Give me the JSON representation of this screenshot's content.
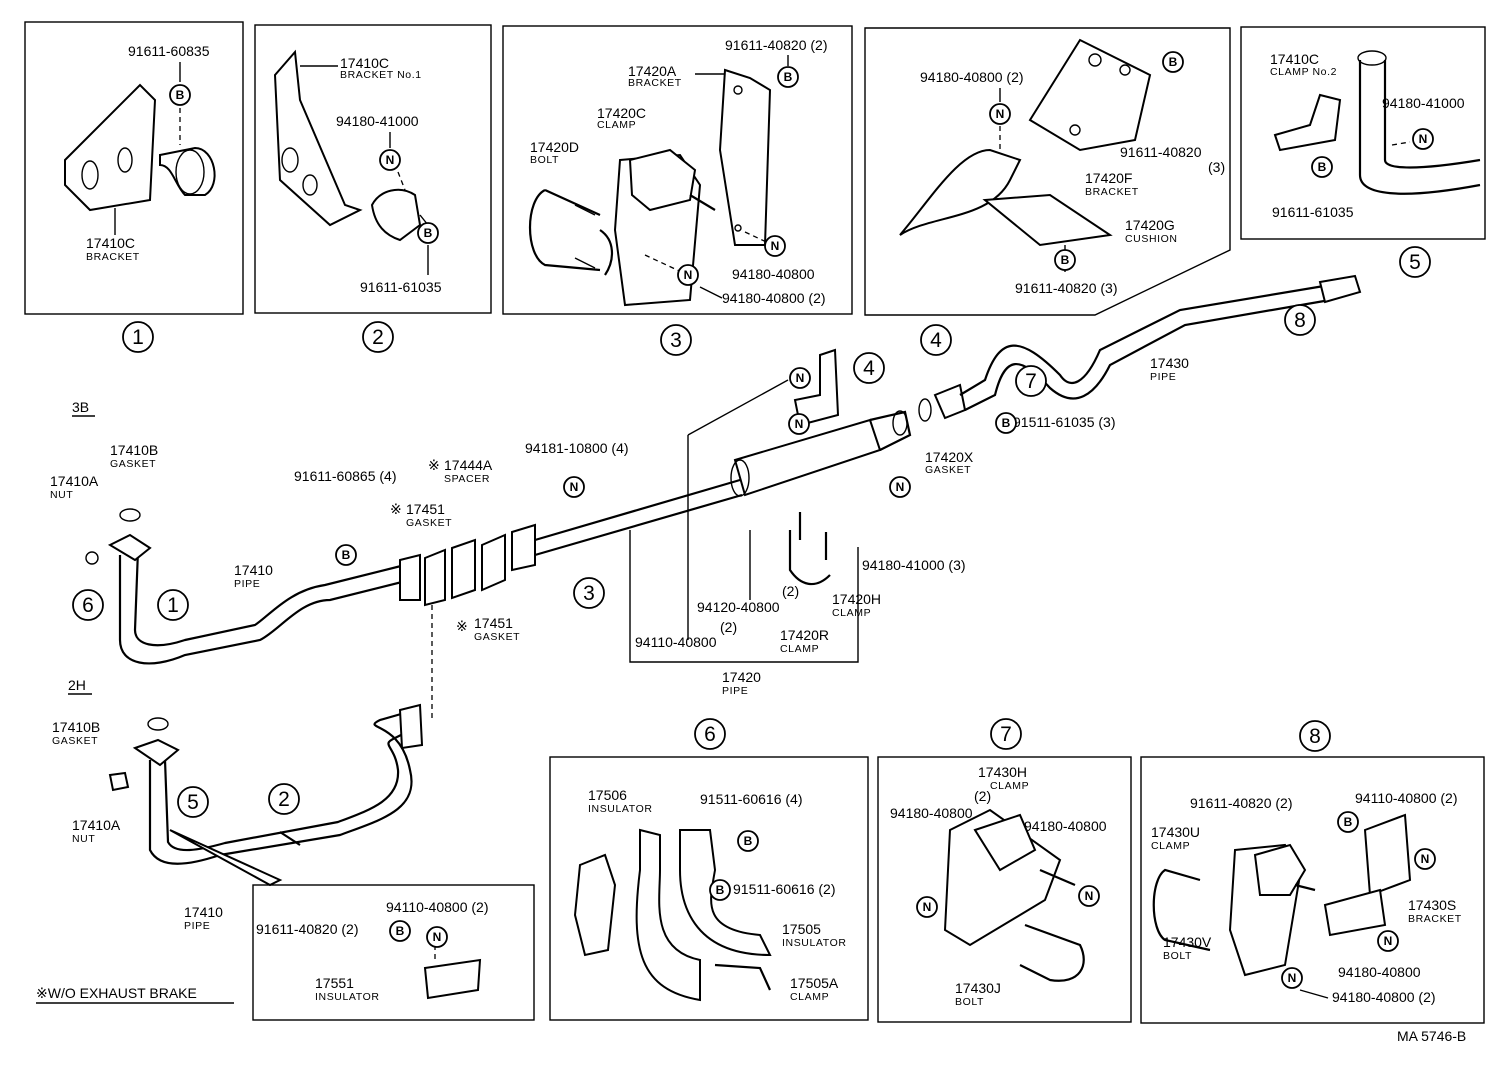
{
  "labels": {
    "p_91611_60835": "91611-60835",
    "p_17410C_a": "17410C",
    "s_bracket_a": "BRACKET",
    "p_17410C_b": "17410C",
    "s_bracket_no1": "BRACKET No.1",
    "p_94180_41000_b": "94180-41000",
    "p_91611_61035_b": "91611-61035",
    "p_91611_40820_2": "91611-40820 (2)",
    "p_17420A": "17420A",
    "s_bracket_c": "BRACKET",
    "p_17420C": "17420C",
    "s_clamp_c": "CLAMP",
    "p_17420D": "17420D",
    "s_bolt_d": "BOLT",
    "p_94180_40800_c": "94180-40800",
    "p_94180_40800_2c": "94180-40800 (2)",
    "p_94180_40800_2d": "94180-40800 (2)",
    "p_91611_40820_3a": "91611-40820",
    "s_3a": "(3)",
    "p_17420F": "17420F",
    "s_bracket_f": "BRACKET",
    "p_17420G": "17420G",
    "s_cushion": "CUSHION",
    "p_91611_40820_3b": "91611-40820 (3)",
    "p_17410C_e": "17410C",
    "s_clamp_no2": "CLAMP No.2",
    "p_94180_41000_e": "94180-41000",
    "p_91611_61035_e": "91611-61035",
    "p_17430": "17430",
    "s_pipe_17430": "PIPE",
    "p_91511_61035_3": "91511-61035 (3)",
    "p_17420X": "17420X",
    "s_gasket_x": "GASKET",
    "p_94180_41000_3": "94180-41000 (3)",
    "p_17420H": "17420H",
    "s_clamp_h": "CLAMP",
    "p_17420R": "17420R",
    "s_clamp_r": "CLAMP",
    "p_94120_40800": "94120-40800",
    "s_2_a": "(2)",
    "s_2_b": "(2)",
    "p_94110_40800": "94110-40800",
    "p_17420": "17420",
    "s_pipe_17420": "PIPE",
    "p_94181_10800": "94181-10800 (4)",
    "p_17444A": "17444A",
    "s_spacer": "SPACER",
    "p_91611_60865": "91611-60865 (4)",
    "p_17451_a": "17451",
    "s_gasket_451a": "GASKET",
    "p_17451_b": "17451",
    "s_gasket_451b": "GASKET",
    "p_17410B_a": "17410B",
    "s_gasket_b": "GASKET",
    "p_17410A_a": "17410A",
    "s_nut_a": "NUT",
    "p_17410_a": "17410",
    "s_pipe_a": "PIPE",
    "p_17410B_b": "17410B",
    "s_gasket_b2": "GASKET",
    "p_17410A_b": "17410A",
    "s_nut_b": "NUT",
    "p_17410_b": "17410",
    "s_pipe_b": "PIPE",
    "p_94110_40800_2": "94110-40800 (2)",
    "p_91611_40820_2x": "91611-40820 (2)",
    "p_17551": "17551",
    "s_insulator_551": "INSULATOR",
    "p_17506": "17506",
    "s_insulator_506": "INSULATOR",
    "p_91511_60616_4": "91511-60616 (4)",
    "p_91511_60616_2": "91511-60616 (2)",
    "p_17505": "17505",
    "s_insulator_505": "INSULATOR",
    "p_17505A": "17505A",
    "s_clamp_505a": "CLAMP",
    "p_17430H": "17430H",
    "s_clamp_430h": "CLAMP",
    "s_2_430h": "(2)",
    "p_94180_40800_7a": "94180-40800",
    "p_94180_40800_7b": "94180-40800",
    "p_17430J": "17430J",
    "s_bolt_430j": "BOLT",
    "p_91611_40820_8": "91611-40820 (2)",
    "p_94110_40800_8": "94110-40800 (2)",
    "p_17430U": "17430U",
    "s_clamp_430u": "CLAMP",
    "p_17430S": "17430S",
    "s_bracket_430s": "BRACKET",
    "p_17430V": "17430V",
    "s_bolt_430v": "BOLT",
    "p_94180_40800_8a": "94180-40800",
    "p_94180_40800_8b": "94180-40800 (2)",
    "engine_3b": "3B",
    "engine_2h": "2H",
    "footnote": "※W/O EXHAUST BRAKE",
    "code": "MA 5746-B",
    "star": "※"
  },
  "circled_numbers": [
    "1",
    "2",
    "3",
    "4",
    "5",
    "6",
    "7",
    "8"
  ],
  "symbols": {
    "bolt": "B",
    "nut": "N"
  }
}
